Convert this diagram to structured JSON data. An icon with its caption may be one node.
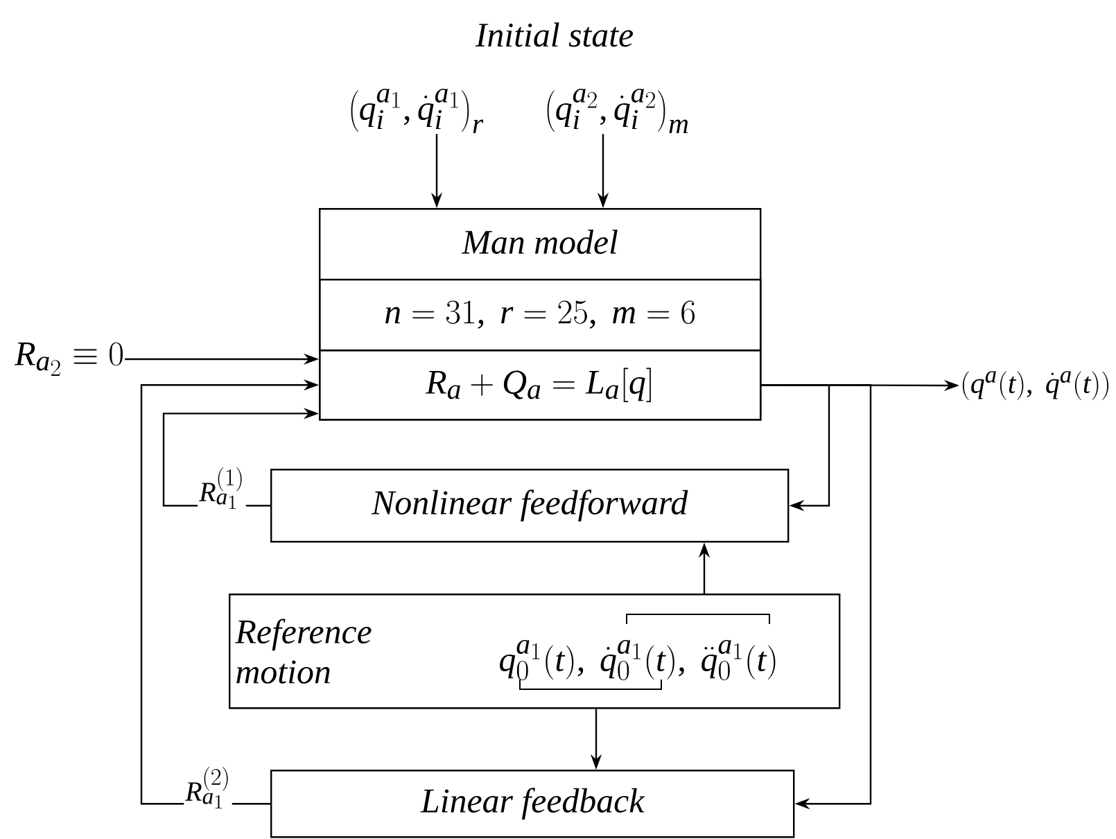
{
  "diagram": {
    "title": "Initial state",
    "nodes": [
      {
        "text": [
          "\\left(q_i^{a_1},\\dot{q}_i^{a_1}\\right)_r"
        ]
      },
      {
        "text": [
          "\\left(q_i^{a_2},\\dot{q}_i^{a_2}\\right)_m"
        ]
      },
      {
        "text": [
          "Man model"
        ]
      },
      {
        "text": [
          "n=31,\\ r=25,\\ m=6"
        ],
        "in": 2
      },
      {
        "text": [
          "R_a+Q_a=L_a[q]"
        ],
        "in": 2
      },
      {
        "text": [
          "R_{a_2}\\equiv 0"
        ]
      },
      {
        "text": [
          "(q^a(t),\\ \\dot{q}^a(t))"
        ]
      },
      {
        "text": [
          "Nonlinear feedforward"
        ]
      },
      {
        "text": [
          "Reference motion",
          "q_0^{a_1}(t),\\ \\dot{q}_0^{a_1}(t),\\ \\ddot{q}_0^{a_1}(t)"
        ]
      },
      {
        "text": [
          "Linear feedback"
        ]
      }
    ],
    "edges": [
      {
        "from": 0,
        "to": 2,
        "arrow": "to"
      },
      {
        "from": 1,
        "to": 2,
        "arrow": "to"
      },
      {
        "from": 5,
        "to": 4,
        "arrow": "to"
      },
      {
        "from": 4,
        "to": 6,
        "arrow": "to"
      },
      {
        "from": 4,
        "to": 7,
        "arrow": "to"
      },
      {
        "from": 4,
        "to": 9,
        "arrow": "to"
      },
      {
        "from": 7,
        "to": 4,
        "arrow": "to",
        "label": "R_{a_1}^{(1)}"
      },
      {
        "from": 9,
        "to": 4,
        "arrow": "to",
        "label": "R_{a_1}^{(2)}"
      },
      {
        "from": 8,
        "to": 7,
        "arrow": "to"
      },
      {
        "from": 8,
        "to": 9,
        "arrow": "to"
      }
    ]
  }
}
